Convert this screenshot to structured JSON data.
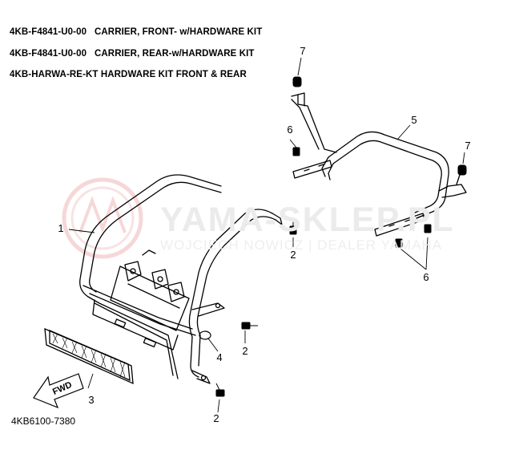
{
  "header": {
    "line1": "4KB-F4841-U0-00   CARRIER, FRONT- w/HARDWARE KIT",
    "line2": "4KB-F4841-U0-00   CARRIER, REAR-w/HARDWARE KIT",
    "line3": "4KB-HARWA-RE-KT HARDWARE KIT FRONT & REAR"
  },
  "watermark": {
    "title": "YAMA-SKLEP.PL",
    "subtitle": "WOJCIECH NOWICZ | DEALER YAMAHA"
  },
  "diagram_number": "4KB6100-7380",
  "fwd_label": "FWD",
  "callouts": {
    "c1": "1",
    "c2a": "2",
    "c2b": "2",
    "c2c": "2",
    "c3": "3",
    "c4": "4",
    "c5": "5",
    "c6a": "6",
    "c6b": "6",
    "c7a": "7",
    "c7b": "7"
  },
  "colors": {
    "line": "#000000",
    "watermark": "#e8e8e8",
    "watermark_logo": "#f3d6d6"
  }
}
